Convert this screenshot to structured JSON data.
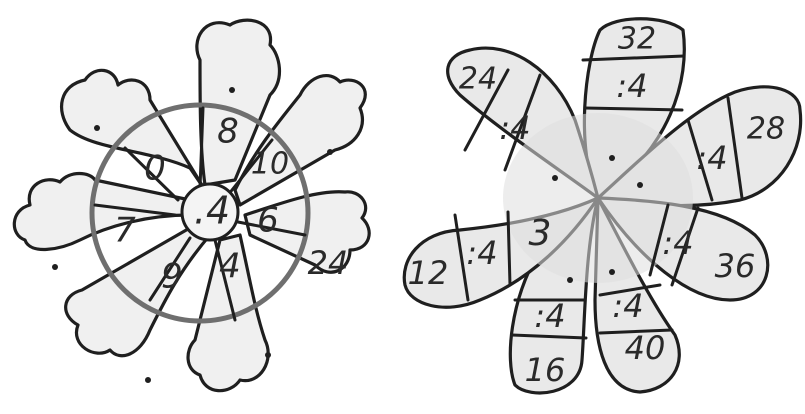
{
  "flower_left": {
    "center": ".4",
    "inner_numbers": [
      "0",
      "8",
      "10",
      "6",
      "4",
      "9",
      "7"
    ],
    "outer_numbers": [
      "24"
    ]
  },
  "flower_right": {
    "center_numbers": [
      "3"
    ],
    "petals": [
      {
        "value": "32",
        "operator": ":4"
      },
      {
        "value": "28",
        "operator": ":4"
      },
      {
        "value": "36",
        "operator": ":4"
      },
      {
        "value": "40",
        "operator": ":4"
      },
      {
        "value": "16",
        "operator": ":4"
      },
      {
        "value": "12",
        "operator": ":4"
      },
      {
        "value": "24",
        "operator": ":4"
      }
    ]
  }
}
